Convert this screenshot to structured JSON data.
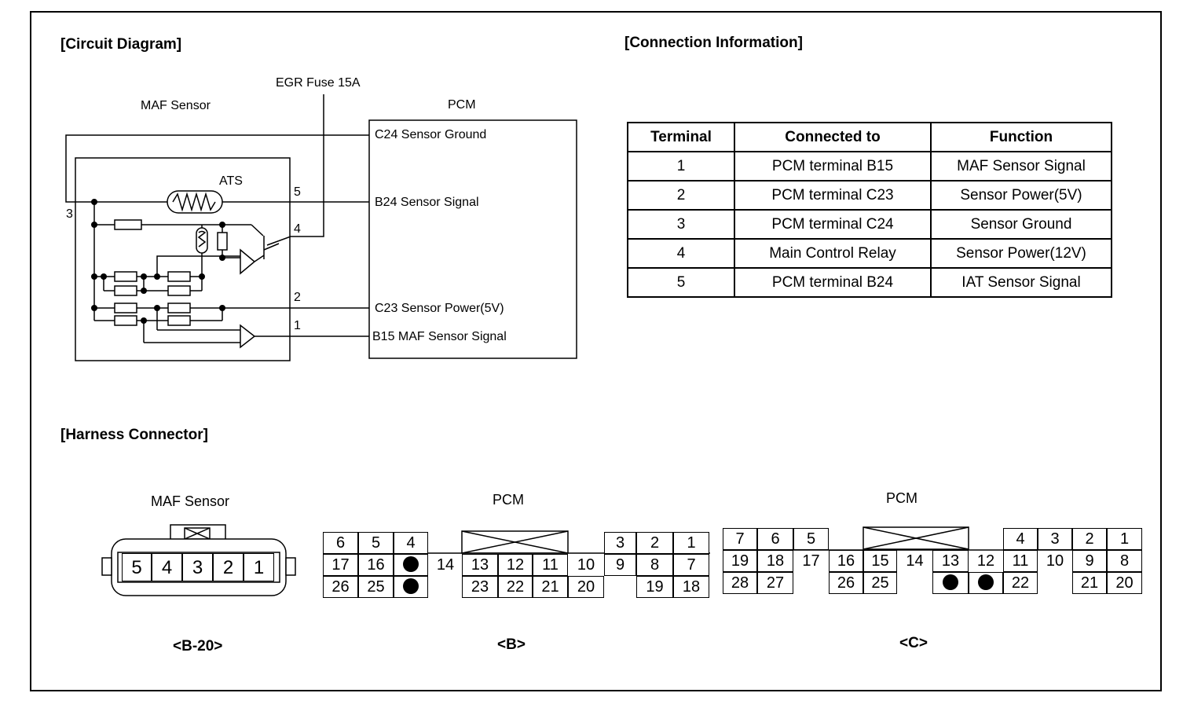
{
  "sections": {
    "circuit": "[Circuit Diagram]",
    "connection": "[Connection Information]",
    "harness": "[Harness Connector]"
  },
  "circuit": {
    "fuse": "EGR Fuse 15A",
    "maf_sensor": "MAF Sensor",
    "pcm": "PCM",
    "ats": "ATS",
    "pin_labels": [
      "5",
      "4",
      "3",
      "2",
      "1"
    ],
    "pcm_pins": [
      "C24 Sensor Ground",
      "B24 Sensor Signal",
      "C23 Sensor Power(5V)",
      "B15 MAF Sensor Signal"
    ]
  },
  "connection_table": {
    "headers": [
      "Terminal",
      "Connected to",
      "Function"
    ],
    "rows": [
      [
        "1",
        "PCM terminal B15",
        "MAF Sensor Signal"
      ],
      [
        "2",
        "PCM terminal C23",
        "Sensor Power(5V)"
      ],
      [
        "3",
        "PCM terminal C24",
        "Sensor Ground"
      ],
      [
        "4",
        "Main Control Relay",
        "Sensor Power(12V)"
      ],
      [
        "5",
        "PCM terminal B24",
        "IAT Sensor Signal"
      ]
    ]
  },
  "harness": {
    "maf": {
      "title": "MAF Sensor",
      "pins": [
        "5",
        "4",
        "3",
        "2",
        "1"
      ],
      "code": "<B-20>"
    },
    "pcm_b": {
      "title": "PCM",
      "code": "<B>",
      "left": [
        [
          "6",
          "5",
          "4"
        ],
        [
          "17",
          "16",
          ""
        ],
        [
          "26",
          "25",
          ""
        ]
      ],
      "mid_row2": [
        "14",
        "13",
        "12",
        "11",
        "10",
        "9"
      ],
      "mid_row3": [
        "23",
        "22",
        "21",
        "20"
      ],
      "right": [
        [
          "3",
          "2",
          "1"
        ],
        [
          "8",
          "7"
        ],
        [
          "19",
          "18"
        ]
      ]
    },
    "pcm_c": {
      "title": "PCM",
      "code": "<C>",
      "left": [
        [
          "7",
          "6",
          "5"
        ],
        [
          "19",
          "18",
          "17"
        ],
        [
          "28",
          "27"
        ]
      ],
      "mid_row2": [
        "16",
        "15",
        "14",
        "13",
        "12"
      ],
      "mid_row3": [
        "26",
        "25"
      ],
      "right": [
        [
          "4",
          "3",
          "2",
          "1"
        ],
        [
          "11",
          "10",
          "9",
          "8"
        ],
        [
          "22",
          "21",
          "20"
        ]
      ]
    }
  }
}
